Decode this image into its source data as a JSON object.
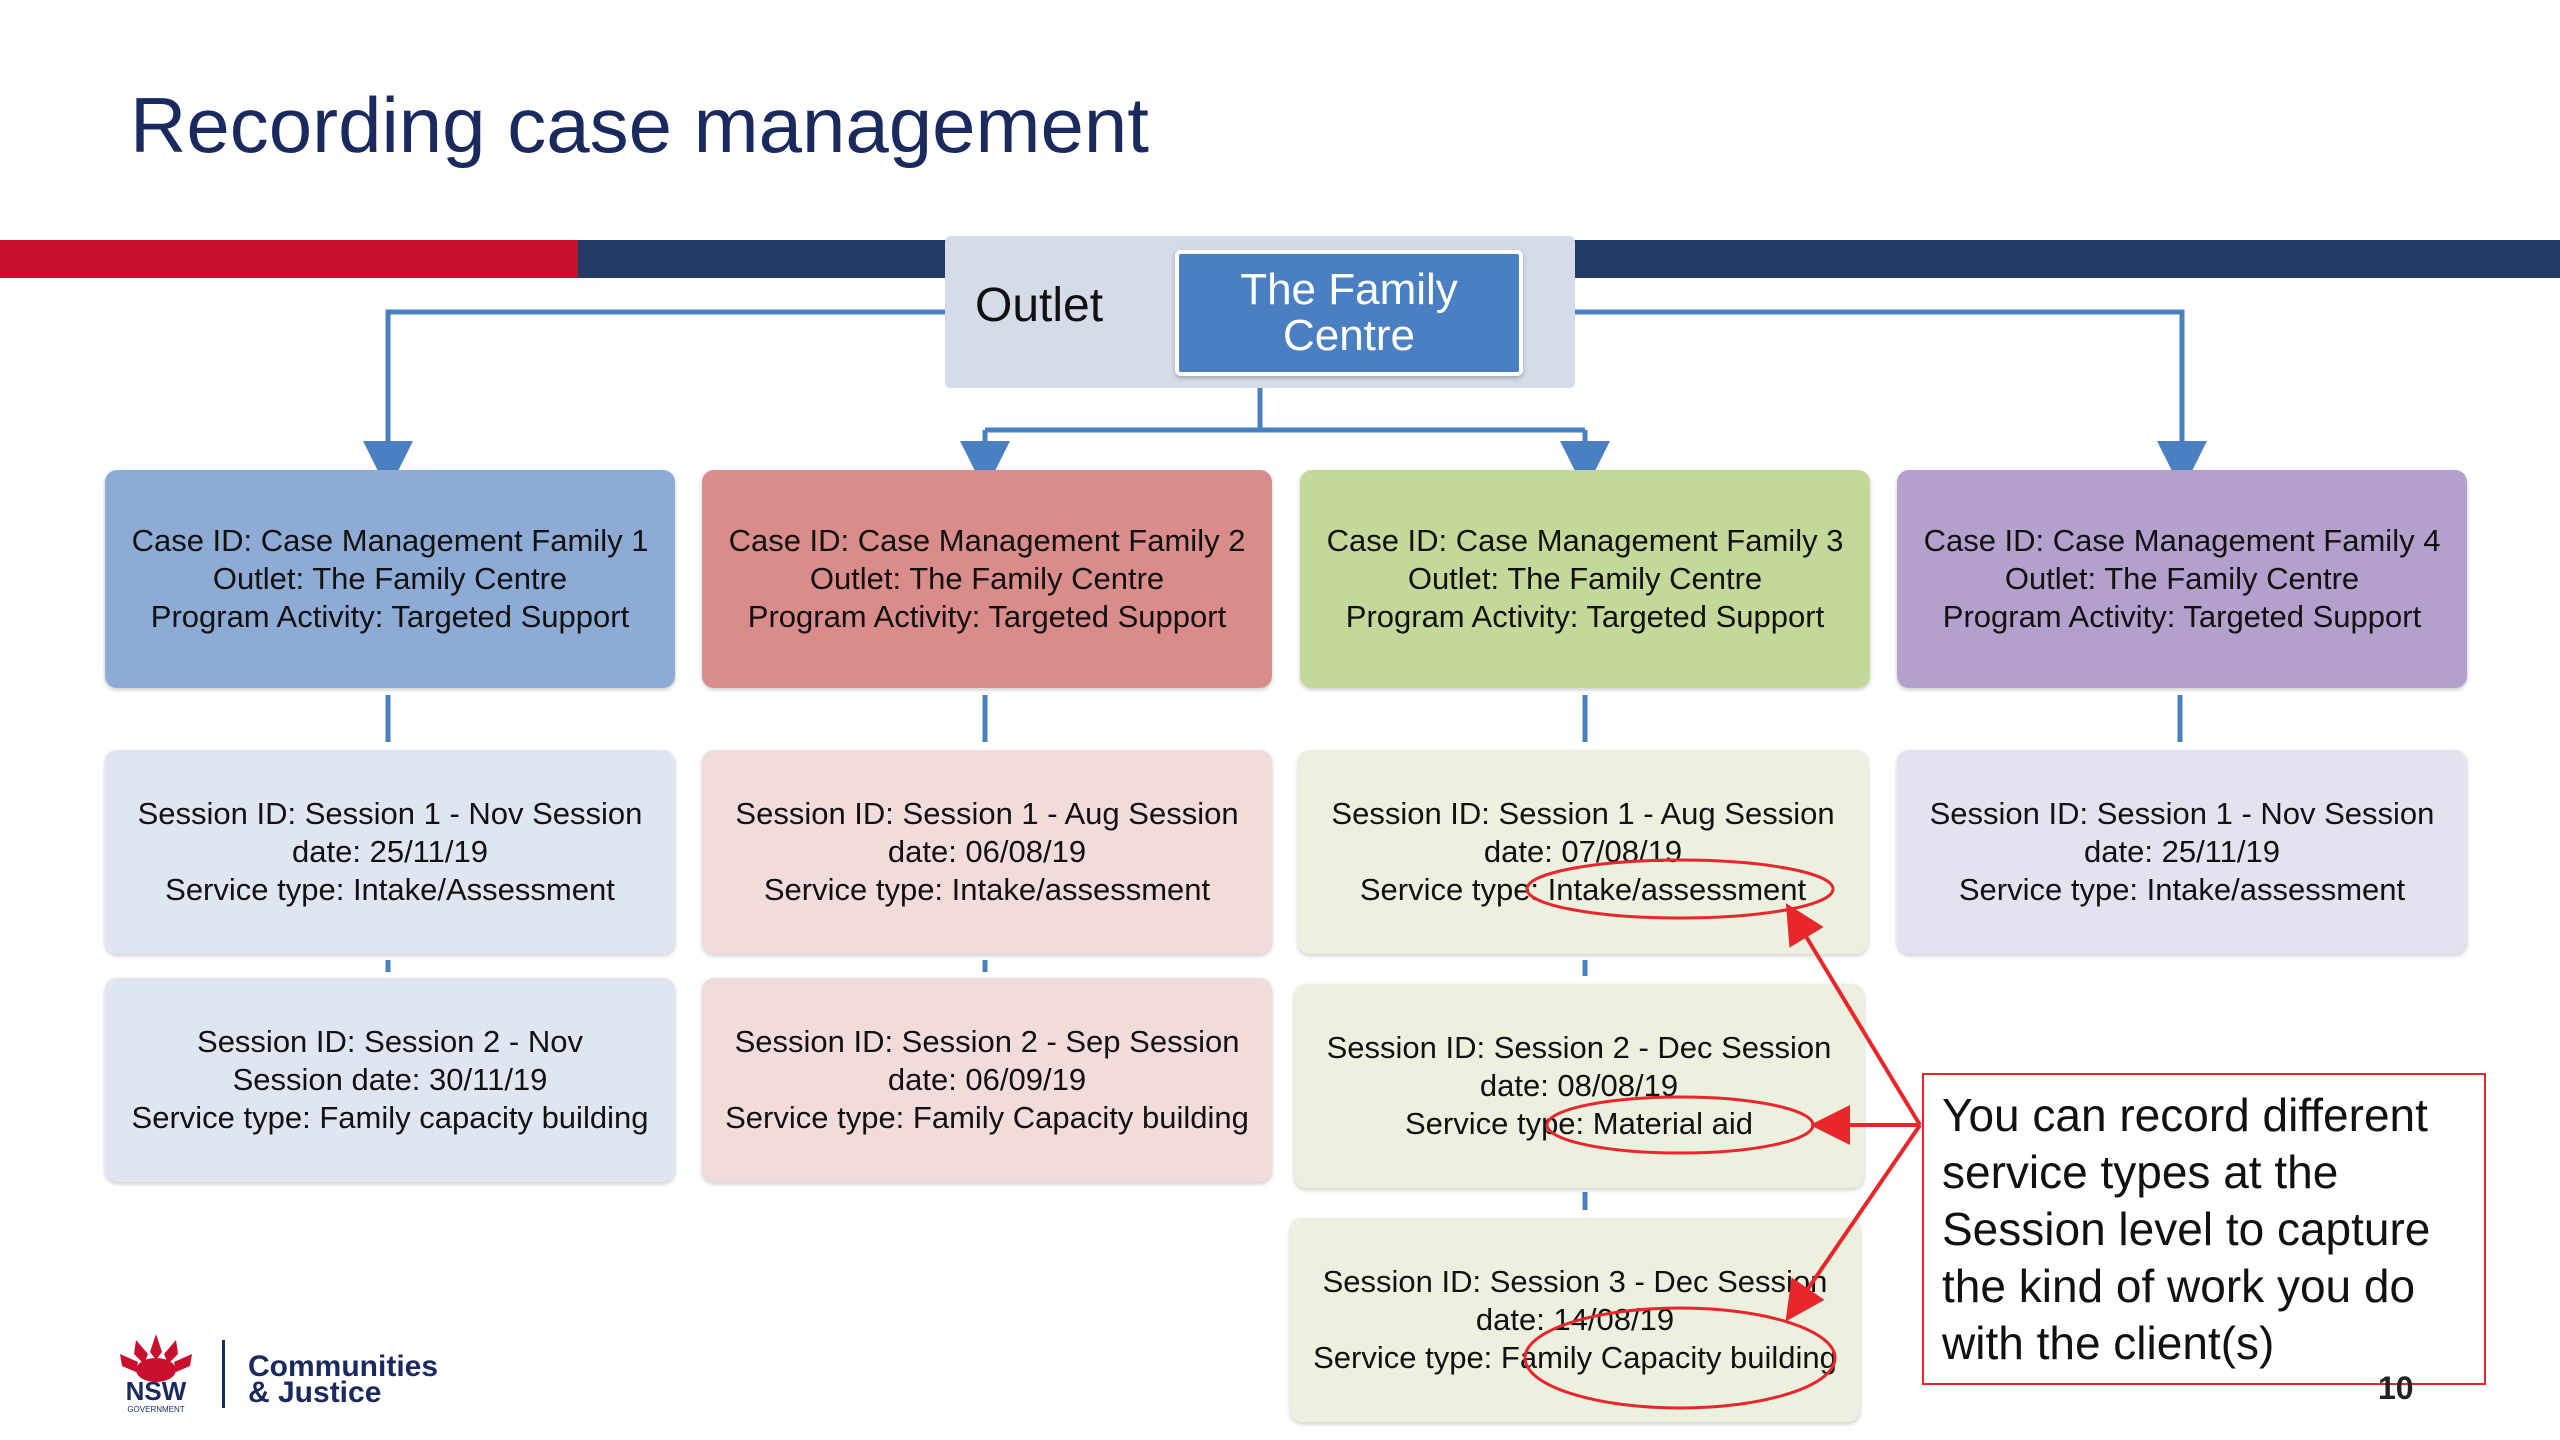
{
  "slide": {
    "title": "Recording case management",
    "page_number": "10",
    "accent_red": "#c8102e",
    "accent_navy": "#213a66"
  },
  "outlet": {
    "label": "Outlet",
    "name": "The Family Centre"
  },
  "cases": [
    {
      "case_id": "Case ID: Case Management Family 1",
      "outlet": "Outlet: The Family Centre",
      "program": "Program Activity: Targeted Support",
      "color": "#8eabd6",
      "sessions": [
        {
          "line1": "Session ID: Session 1 - Nov Session",
          "line2": "date: 25/11/19",
          "line3": "Service type: Intake/Assessment"
        },
        {
          "line1": "Session ID: Session 2 - Nov",
          "line2": "Session date: 30/11/19",
          "line3": "Service type: Family capacity building"
        }
      ]
    },
    {
      "case_id": "Case ID: Case Management Family 2",
      "outlet": "Outlet: The Family Centre",
      "program": "Program Activity: Targeted Support",
      "color": "#d98c8a",
      "sessions": [
        {
          "line1": "Session ID: Session 1 - Aug Session",
          "line2": "date: 06/08/19",
          "line3": "Service type: Intake/assessment"
        },
        {
          "line1": "Session ID: Session 2 - Sep Session",
          "line2": "date: 06/09/19",
          "line3": "Service type: Family Capacity building"
        }
      ]
    },
    {
      "case_id": "Case ID: Case Management Family 3",
      "outlet": "Outlet: The Family Centre",
      "program": "Program Activity: Targeted Support",
      "color": "#c4d89a",
      "sessions": [
        {
          "line1": "Session ID: Session 1 - Aug Session",
          "line2": "date: 07/08/19",
          "line3": "Service type: Intake/assessment"
        },
        {
          "line1": "Session ID: Session 2 - Dec Session",
          "line2": "date: 08/08/19",
          "line3": "Service type: Material aid"
        },
        {
          "line1": "Session ID: Session 3 - Dec Session",
          "line2": "date: 14/08/19",
          "line3": "Service type: Family Capacity building"
        }
      ]
    },
    {
      "case_id": "Case ID: Case Management Family 4",
      "outlet": "Outlet: The Family Centre",
      "program": "Program Activity: Targeted Support",
      "color": "#b3a0cc",
      "sessions": [
        {
          "line1": "Session ID: Session 1 - Nov Session",
          "line2": "date: 25/11/19",
          "line3": "Service type: Intake/assessment"
        }
      ]
    }
  ],
  "callout": {
    "text": "You can record different service types at the Session level to capture the kind of work you do with the client(s)",
    "color": "#e8262b"
  },
  "logo": {
    "nsw": "NSW",
    "government": "GOVERNMENT",
    "brand_line1": "Communities",
    "brand_line2": "& Justice",
    "icon": "waratah-flower-icon"
  }
}
